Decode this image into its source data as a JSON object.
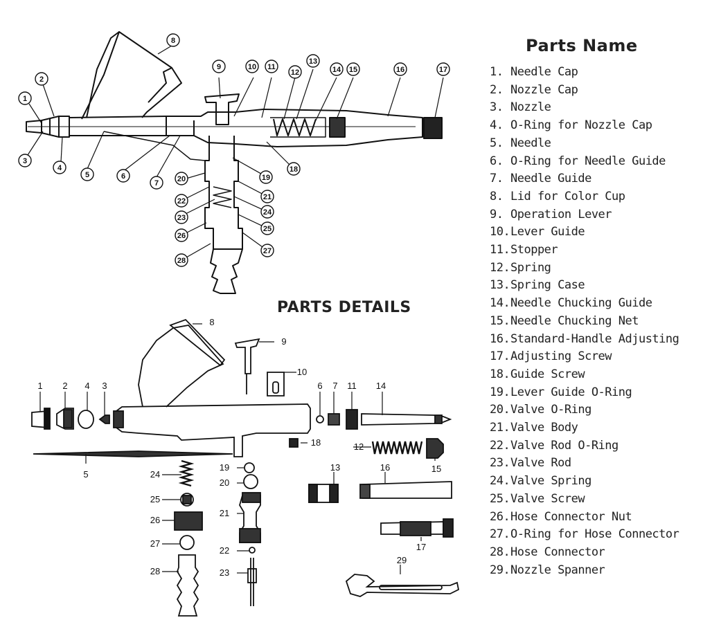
{
  "headings": {
    "parts_name": "Parts Name",
    "parts_details": "PARTS DETAILS"
  },
  "parts": [
    {
      "no": "1.",
      "name": "Needle Cap"
    },
    {
      "no": "2.",
      "name": "Nozzle Cap"
    },
    {
      "no": "3.",
      "name": "Nozzle"
    },
    {
      "no": "4.",
      "name": "O-Ring for Nozzle Cap"
    },
    {
      "no": "5.",
      "name": "Needle"
    },
    {
      "no": "6.",
      "name": "O-Ring for Needle Guide"
    },
    {
      "no": "7.",
      "name": "Needle Guide"
    },
    {
      "no": "8.",
      "name": "Lid for Color Cup"
    },
    {
      "no": "9.",
      "name": "Operation Lever"
    },
    {
      "no": "10.",
      "name": "Lever Guide"
    },
    {
      "no": "11.",
      "name": "Stopper"
    },
    {
      "no": "12.",
      "name": "Spring"
    },
    {
      "no": "13.",
      "name": "Spring Case"
    },
    {
      "no": "14.",
      "name": "Needle Chucking Guide"
    },
    {
      "no": "15.",
      "name": "Needle Chucking Net"
    },
    {
      "no": "16.",
      "name": "Standard-Handle Adjusting"
    },
    {
      "no": "17.",
      "name": "Adjusting Screw"
    },
    {
      "no": "18.",
      "name": "Guide Screw"
    },
    {
      "no": "19.",
      "name": "Lever Guide O-Ring"
    },
    {
      "no": "20.",
      "name": "Valve O-Ring"
    },
    {
      "no": "21.",
      "name": "Valve Body"
    },
    {
      "no": "22.",
      "name": "Valve Rod O-Ring"
    },
    {
      "no": "23.",
      "name": "Valve Rod"
    },
    {
      "no": "24.",
      "name": "Valve Spring"
    },
    {
      "no": "25.",
      "name": "Valve Screw"
    },
    {
      "no": "26.",
      "name": "Hose Connector Nut"
    },
    {
      "no": "27.",
      "name": "O-Ring for Hose Connector"
    },
    {
      "no": "28.",
      "name": "Hose Connector"
    },
    {
      "no": "29.",
      "name": "Nozzle Spanner"
    }
  ],
  "assembly_callouts": [
    "1",
    "2",
    "3",
    "4",
    "5",
    "6",
    "7",
    "8",
    "9",
    "10",
    "11",
    "12",
    "13",
    "14",
    "15",
    "16",
    "17",
    "18",
    "19",
    "20",
    "21",
    "22",
    "23",
    "24",
    "25",
    "26",
    "27",
    "28"
  ],
  "exploded_labels": [
    "1",
    "2",
    "3",
    "4",
    "5",
    "6",
    "7",
    "8",
    "9",
    "10",
    "11",
    "12",
    "13",
    "14",
    "15",
    "16",
    "17",
    "18",
    "19",
    "20",
    "21",
    "22",
    "23",
    "24",
    "25",
    "26",
    "27",
    "28",
    "29"
  ]
}
